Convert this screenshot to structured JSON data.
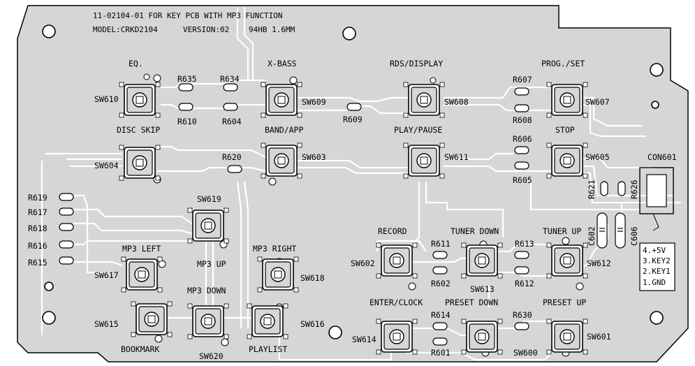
{
  "header": {
    "line1": "11-02104-01 FOR KEY PCB WITH MP3 FUNCTION",
    "model": "MODEL:CRKD2104",
    "version": "VERSION:02",
    "material": "94HB 1.6MM"
  },
  "function_labels": {
    "eq": "EQ.",
    "xbass": "X-BASS",
    "rds": "RDS/DISPLAY",
    "prog": "PROG./SET",
    "disc_skip": "DISC SKIP",
    "band": "BAND/APP",
    "play": "PLAY/PAUSE",
    "stop": "STOP",
    "record": "RECORD",
    "tuner_down": "TUNER DOWN",
    "tuner_up": "TUNER UP",
    "mp3_left": "MP3 LEFT",
    "mp3_up": "MP3 UP",
    "mp3_right": "MP3 RIGHT",
    "mp3_down": "MP3 DOWN",
    "enter": "ENTER/CLOCK",
    "preset_down": "PRESET DOWN",
    "preset_up": "PRESET UP",
    "bookmark": "BOOKMARK",
    "playlist": "PLAYLIST"
  },
  "switches": {
    "sw610": "SW610",
    "sw609": "SW609",
    "sw608": "SW608",
    "sw607": "SW607",
    "sw604": "SW604",
    "sw603": "SW603",
    "sw611": "SW611",
    "sw605": "SW605",
    "sw619": "SW619",
    "sw617": "SW617",
    "sw618": "SW618",
    "sw602": "SW602",
    "sw613": "SW613",
    "sw612": "SW612",
    "sw615": "SW615",
    "sw620": "SW620",
    "sw616": "SW616",
    "sw614": "SW614",
    "sw600": "SW600",
    "sw601": "SW601"
  },
  "resistors": {
    "r635": "R635",
    "r634": "R634",
    "r610": "R610",
    "r604": "R604",
    "r609": "R609",
    "r607": "R607",
    "r608": "R608",
    "r606": "R606",
    "r605": "R605",
    "r620": "R620",
    "r619": "R619",
    "r617": "R617",
    "r618": "R618",
    "r616": "R616",
    "r615": "R615",
    "r611": "R611",
    "r602": "R602",
    "r613": "R613",
    "r612": "R612",
    "r614": "R614",
    "r601": "R601",
    "r630": "R630",
    "r621": "R621",
    "r626": "R626"
  },
  "capacitors": {
    "c602": "C602",
    "c606": "C606"
  },
  "connector": {
    "name": "CON601",
    "pins": [
      "4.+5V",
      "3.KEY2",
      "2.KEY1",
      "1.GND"
    ]
  },
  "colors": {
    "board": "#d6d6d6",
    "copper": "#ffffff",
    "silk": "#000000"
  }
}
